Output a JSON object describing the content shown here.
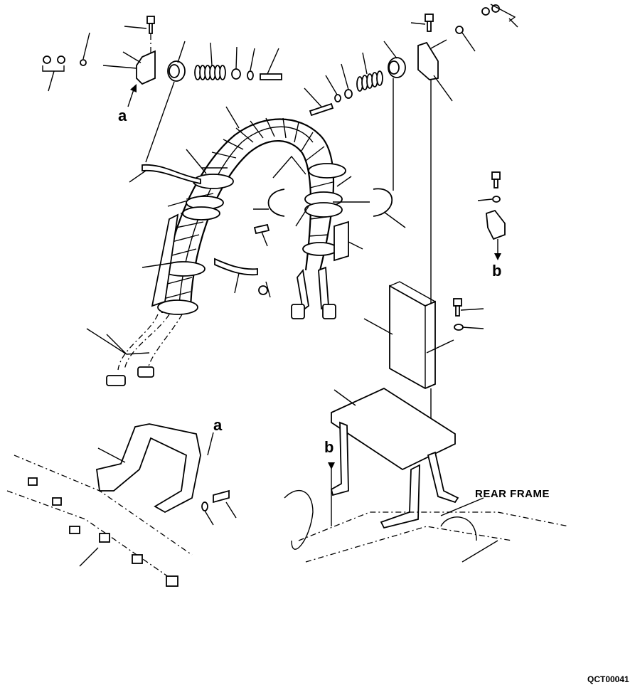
{
  "diagram": {
    "reference_a_top": "a",
    "reference_a_bracket": "a",
    "reference_b_clip": "b",
    "reference_b_frame": "b",
    "rear_frame_label": "REAR FRAME",
    "drawing_code": "QCT00041"
  }
}
